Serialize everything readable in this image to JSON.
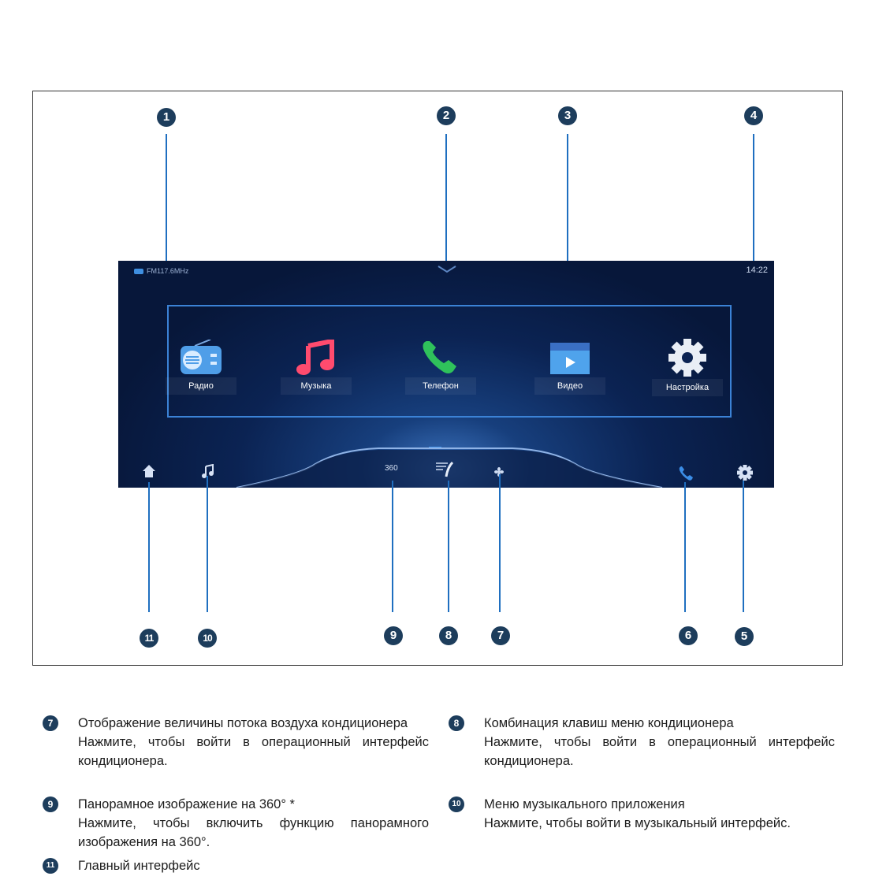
{
  "diagram": {
    "callout_numbers": [
      "1",
      "2",
      "3",
      "4",
      "5",
      "6",
      "7",
      "8",
      "9",
      "10",
      "11"
    ]
  },
  "screen": {
    "radio_status": "FM117.6MHz",
    "time": "14:22",
    "apps": [
      {
        "label": "Радио",
        "icon": "radio-icon"
      },
      {
        "label": "Музыка",
        "icon": "music-note-icon"
      },
      {
        "label": "Телефон",
        "icon": "phone-icon"
      },
      {
        "label": "Видео",
        "icon": "video-icon"
      },
      {
        "label": "Настройка",
        "icon": "gear-icon"
      }
    ],
    "dock": {
      "home_icon": "home-icon",
      "music_icon": "music-note-icon",
      "panorama_label": "360",
      "ac_menu_icon": "seat-airflow-icon",
      "airflow_icon": "fan-icon",
      "phone_icon": "phone-icon",
      "settings_icon": "gear-icon"
    }
  },
  "descriptions": [
    {
      "num": "7",
      "title": "Отображение величины потока воздуха кондиционера",
      "text": "Нажмите, чтобы войти в операционный интерфейс кондиционера."
    },
    {
      "num": "8",
      "title": "Комбинация клавиш меню кондиционера",
      "text": "Нажмите, чтобы войти в операционный интерфейс кондиционера."
    },
    {
      "num": "9",
      "title": "Панорамное изображение на 360° *",
      "text": "Нажмите, чтобы включить функцию панорамного изображения на 360°."
    },
    {
      "num": "10",
      "title": "Меню музыкального приложения",
      "text": "Нажмите, чтобы войти в музыкальный интерфейс."
    },
    {
      "num": "11",
      "title": "Главный интерфейс",
      "text": ""
    }
  ],
  "colors": {
    "badge": "#1d3d5c",
    "leader": "#1f6fc0",
    "screen_bg": "#07173a"
  }
}
